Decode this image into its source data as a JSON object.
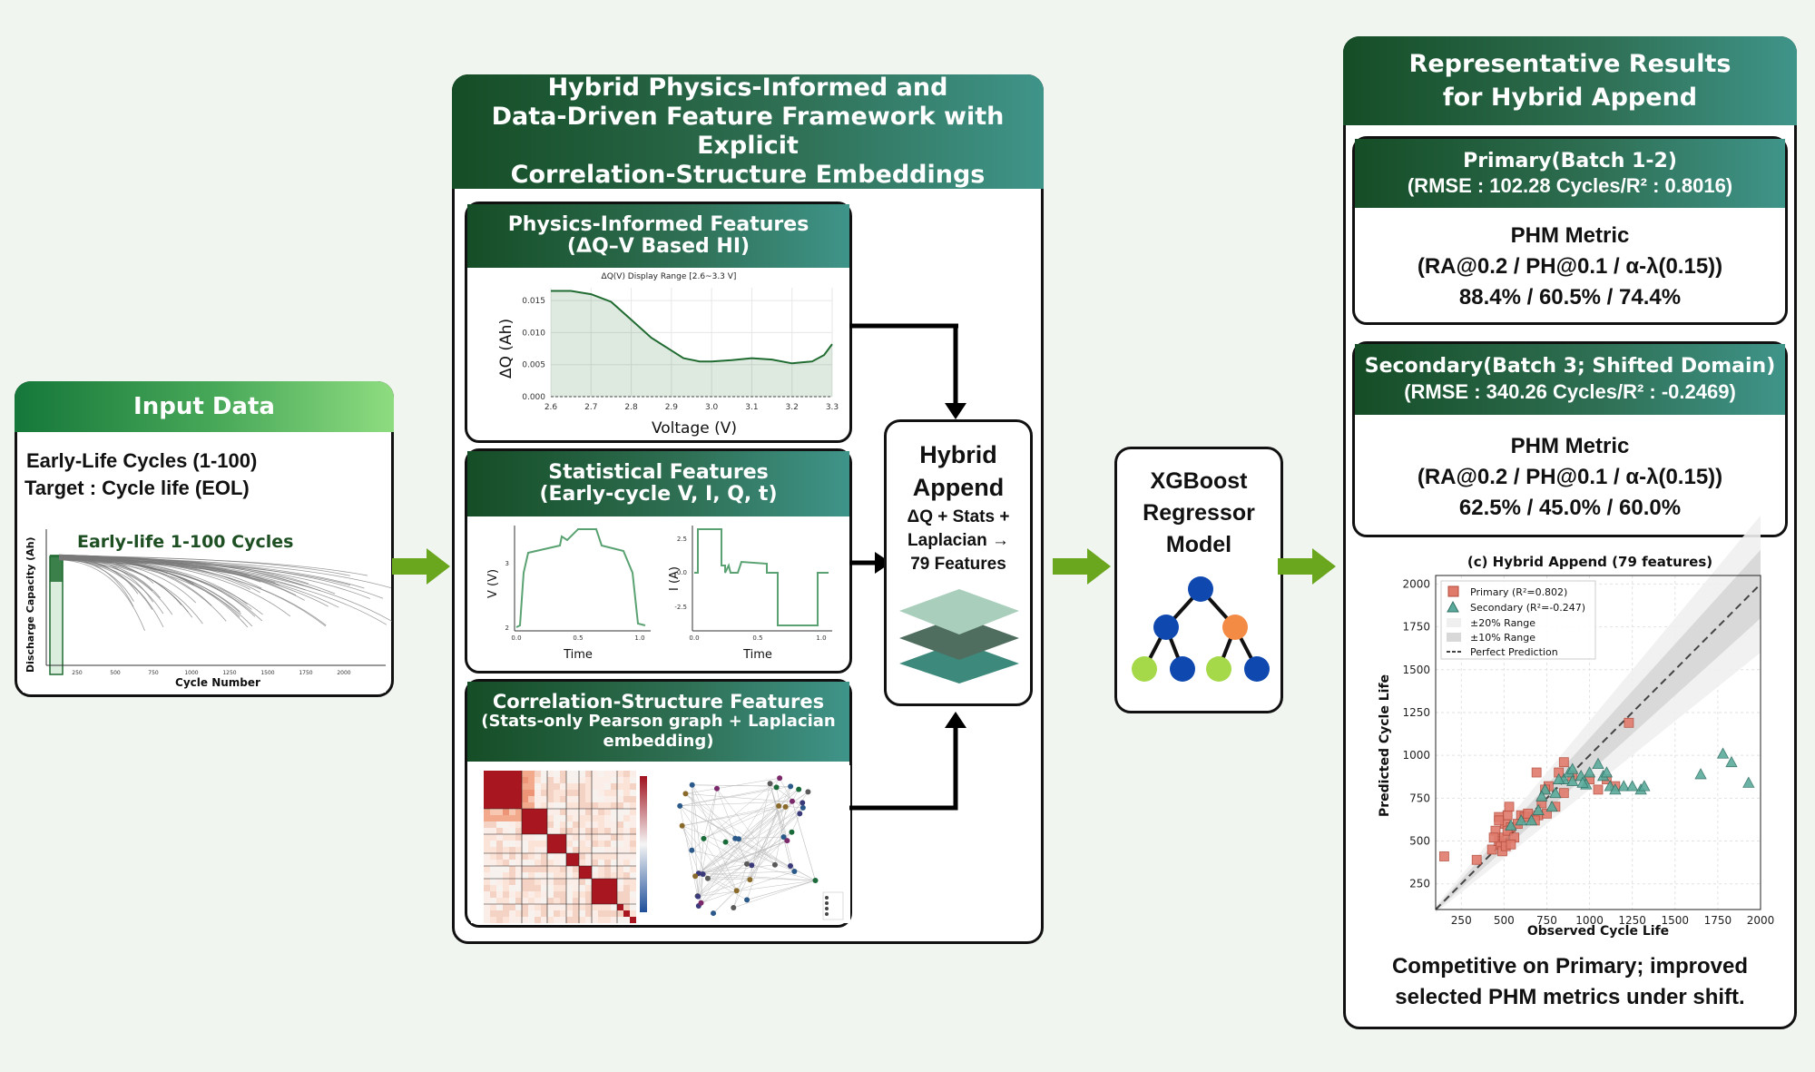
{
  "input": {
    "title": "Input Data",
    "line1": "Early-Life Cycles (1-100)",
    "line2": "Target : Cycle life (EOL)",
    "plot_label": "Early-life 1-100 Cycles",
    "ylabel": "Discharge Capacity (Ah)",
    "xlabel": "Cycle Number",
    "xticks": [
      "250",
      "500",
      "750",
      "1000",
      "1250",
      "1500",
      "1750",
      "2000"
    ]
  },
  "framework": {
    "title_l1": "Hybrid Physics-Informed and",
    "title_l2": "Data-Driven Feature Framework with Explicit",
    "title_l3": "Correlation-Structure Embeddings",
    "physics": {
      "title_l1": "Physics-Informed Features",
      "title_l2": "(ΔQ–V Based HI)",
      "plot_title": "ΔQ(V) Display Range [2.6~3.3 V]",
      "ylabel": "ΔQ (Ah)",
      "xlabel": "Voltage (V)",
      "yticks": [
        "0.015",
        "0.010",
        "0.005",
        "0.000"
      ],
      "xticks": [
        "2.6",
        "2.7",
        "2.8",
        "2.9",
        "3.0",
        "3.1",
        "3.2",
        "3.3"
      ]
    },
    "stats": {
      "title_l1": "Statistical Features",
      "title_l2": "(Early-cycle V, I, Q, t)",
      "v_ylabel": "V (V)",
      "i_ylabel": "I (A)",
      "xlabel": "Time",
      "v_yticks": [
        "3",
        "2"
      ],
      "i_yticks": [
        "2.5",
        "0.0",
        "-2.5"
      ],
      "xticks": [
        "0.0",
        "0.5",
        "1.0"
      ]
    },
    "corr": {
      "title_l1": "Correlation-Structure Features",
      "title_l2": "(Stats-only Pearson graph + Laplacian",
      "title_l3": "embedding)"
    }
  },
  "hybrid": {
    "l1": "Hybrid",
    "l2": "Append",
    "l3": "ΔQ + Stats +",
    "l4": "Laplacian →",
    "l5": "79 Features"
  },
  "model": {
    "l1": "XGBoost",
    "l2": "Regressor",
    "l3": "Model"
  },
  "results": {
    "title_l1": "Representative Results",
    "title_l2": "for Hybrid Append",
    "primary": {
      "h1": "Primary(Batch 1-2)",
      "h2": "(RMSE : 102.28 Cycles/R² : 0.8016)",
      "m1": "PHM Metric",
      "m2": "(RA@0.2 / PH@0.1 / α-λ(0.15))",
      "m3": "88.4% / 60.5% / 74.4%"
    },
    "secondary": {
      "h1": "Secondary(Batch 3; Shifted Domain)",
      "h2": "(RMSE : 340.26 Cycles/R² : -0.2469)",
      "m1": "PHM Metric",
      "m2": "(RA@0.2 / PH@0.1 / α-λ(0.15))",
      "m3": "62.5% / 45.0% / 60.0%"
    },
    "caption_l1": "Competitive on Primary; improved",
    "caption_l2": "selected PHM metrics under shift."
  },
  "colors": {
    "dark_green": "#154d26",
    "teal": "#3f9489",
    "arrow_green": "#6aa61e",
    "primary": "#e07b6c",
    "secondary": "#5aab9c"
  },
  "chart_data": {
    "type": "scatter",
    "title": "(c) Hybrid Append (79 features)",
    "xlabel": "Observed Cycle Life",
    "ylabel": "Predicted Cycle Life",
    "xlim": [
      100,
      2000
    ],
    "ylim": [
      100,
      2050
    ],
    "xticks": [
      250,
      500,
      750,
      1000,
      1250,
      1500,
      1750,
      2000
    ],
    "yticks": [
      250,
      500,
      750,
      1000,
      1250,
      1500,
      1750,
      2000
    ],
    "grid": true,
    "legend_position": "top-left",
    "legend": [
      "Primary (R²=0.802)",
      "Secondary (R²=-0.247)",
      "±20% Range",
      "±10% Range",
      "Perfect Prediction"
    ],
    "series": [
      {
        "name": "Primary (R²=0.802)",
        "marker": "square",
        "x": [
          150,
          340,
          430,
          450,
          470,
          480,
          490,
          500,
          505,
          510,
          520,
          470,
          530,
          540,
          600,
          640,
          700,
          750,
          800,
          820,
          850,
          900,
          1000,
          1050,
          1100,
          1150,
          1230,
          470,
          520,
          580,
          620,
          680,
          560,
          720,
          760,
          640,
          690,
          850,
          740,
          440,
          540
        ],
        "y": [
          410,
          390,
          450,
          560,
          500,
          480,
          440,
          520,
          600,
          470,
          650,
          640,
          700,
          580,
          650,
          640,
          650,
          660,
          700,
          900,
          960,
          880,
          860,
          800,
          860,
          820,
          1190,
          620,
          560,
          600,
          640,
          620,
          520,
          720,
          820,
          660,
          900,
          780,
          800,
          520,
          480
        ]
      },
      {
        "name": "Secondary (R²=-0.247)",
        "marker": "triangle",
        "x": [
          540,
          600,
          660,
          700,
          740,
          800,
          850,
          880,
          900,
          950,
          980,
          1000,
          1050,
          1080,
          1100,
          1120,
          1150,
          1200,
          1250,
          1300,
          1320,
          1650,
          1780,
          1830,
          1930,
          780,
          820,
          900,
          960,
          720
        ],
        "y": [
          590,
          620,
          620,
          680,
          800,
          780,
          860,
          900,
          850,
          880,
          830,
          900,
          950,
          880,
          900,
          820,
          800,
          820,
          820,
          800,
          820,
          890,
          1010,
          960,
          840,
          700,
          860,
          920,
          840,
          760
        ]
      }
    ]
  }
}
